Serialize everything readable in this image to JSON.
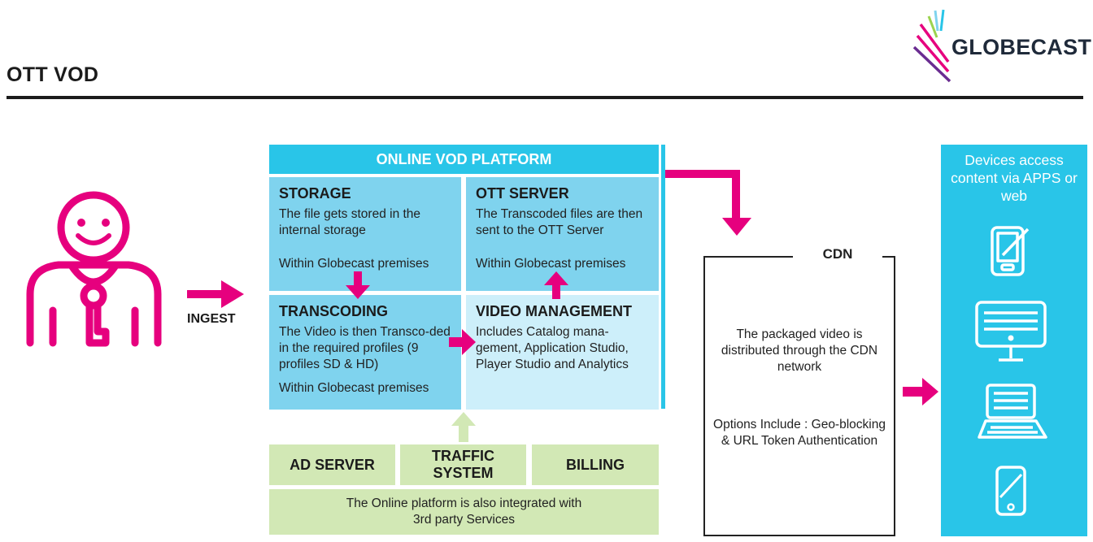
{
  "page": {
    "title": "OTT VOD"
  },
  "logo": {
    "text": "GLOBECAST"
  },
  "colors": {
    "magenta": "#e6007e",
    "cyan": "#29c5e8",
    "light_cyan": "#7fd3ee",
    "pale_cyan": "#cdeffa",
    "green": "#d2e8b5"
  },
  "user": {
    "icon": "person-with-tie-icon"
  },
  "ingest": {
    "label": "INGEST"
  },
  "platform": {
    "header": "ONLINE VOD PLATFORM",
    "storage": {
      "title": "STORAGE",
      "text": "The file gets stored in the internal storage",
      "premises": "Within Globecast premises"
    },
    "ott_server": {
      "title": "OTT SERVER",
      "text": "The Transcoded files are then sent to the OTT Server",
      "premises": "Within Globecast premises"
    },
    "transcoding": {
      "title": "TRANSCODING",
      "text": "The Video is then Transco-ded in the required profiles (9 profiles SD & HD)",
      "premises": "Within Globecast premises"
    },
    "video_management": {
      "title": "VIDEO MANAGEMENT",
      "text": "Includes Catalog mana-gement, Application Studio, Player Studio and Analytics"
    }
  },
  "third_party": {
    "ad_server": "AD SERVER",
    "traffic_system": "TRAFFIC SYSTEM",
    "billing": "BILLING",
    "note": "The Online platform is also integrated with 3rd party Services"
  },
  "cdn": {
    "label": "CDN",
    "text": "The packaged video is distributed through the CDN network",
    "options": "Options Include : Geo-blocking & URL Token Authentication"
  },
  "devices": {
    "text": "Devices access content via APPS or web",
    "icons": [
      "tablet-icon",
      "desktop-monitor-icon",
      "laptop-icon",
      "smartphone-icon"
    ]
  }
}
